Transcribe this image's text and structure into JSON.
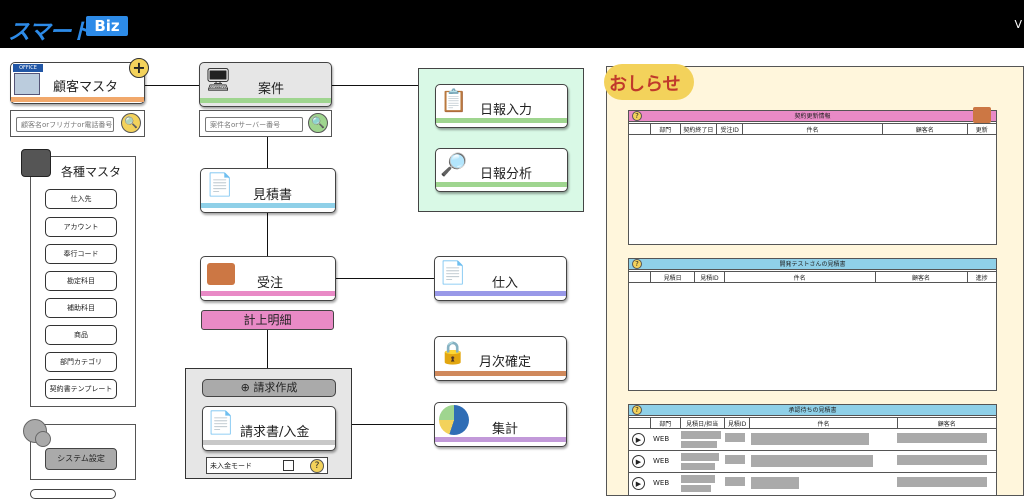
{
  "header": {
    "logo_kana": "スマート",
    "logo_biz": "Biz",
    "version_char": "V"
  },
  "customer_master": {
    "office_tag": "OFFICE",
    "title": "顧客マスタ",
    "search_placeholder": "顧客名orフリガナor電話番号"
  },
  "various_master": {
    "title": "各種マスタ",
    "items": [
      "仕入先",
      "アカウント",
      "奉行コード",
      "勘定科目",
      "補助科目",
      "商品",
      "部門カテゴリ",
      "契約書テンプレート"
    ]
  },
  "system_settings": {
    "label": "システム設定"
  },
  "case": {
    "title": "案件",
    "search_placeholder": "案件名orサーバー番号"
  },
  "estimate": {
    "title": "見積書"
  },
  "order": {
    "title": "受注"
  },
  "booking_detail": {
    "label": "計上明細"
  },
  "invoice": {
    "create_label": "請求作成",
    "title": "請求書/入金",
    "unpaid_mode": "未入金モード",
    "help": "?"
  },
  "daily": {
    "input": "日報入力",
    "analysis": "日報分析"
  },
  "purchase": {
    "title": "仕入"
  },
  "monthly": {
    "title": "月次確定"
  },
  "summary": {
    "title": "集計"
  },
  "notice": {
    "title": "おしらせ",
    "contract": {
      "title": "契約更新情報",
      "columns": [
        "部門",
        "契約終了日",
        "受注ID",
        "件名",
        "顧客名",
        "更新"
      ]
    },
    "dev": {
      "title": "開発テストさんの見積書",
      "columns": [
        "見積日",
        "見積ID",
        "件名",
        "顧客名",
        "進捗"
      ]
    },
    "approval": {
      "title": "承認待ちの見積書",
      "columns": [
        "部門",
        "見積日/担当",
        "見積ID",
        "件名",
        "顧客名"
      ],
      "rows": [
        "WEB",
        "WEB",
        "WEB"
      ]
    }
  },
  "colors": {
    "green": "#9fd58f",
    "blue": "#8fd0e8",
    "pink": "#e98ac6",
    "orange": "#f1a86b",
    "violet": "#9999e8",
    "brown": "#d0895c",
    "purple": "#c299d9",
    "yellow": "#f3d25b"
  }
}
